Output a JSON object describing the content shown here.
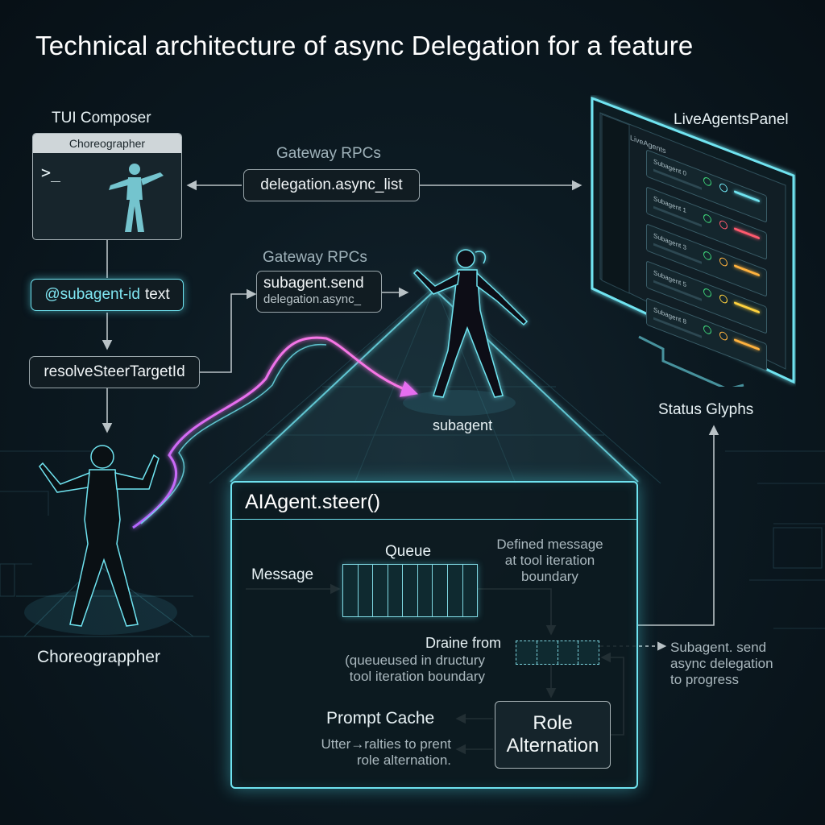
{
  "title": "Technical architecture of async Delegation for a feature",
  "tui_composer": {
    "label": "TUI Composer",
    "window_title": "Choreographer",
    "prompt_glyph": ">_"
  },
  "gateway_top": {
    "label": "Gateway RPCs",
    "rpc": "delegation.async_list"
  },
  "gateway_mid": {
    "label": "Gateway RPCs",
    "rpc_primary": "subagent.send",
    "rpc_secondary": "delegation.async_"
  },
  "mention_pill": {
    "mention": "@subagent-id",
    "text": "text"
  },
  "resolve_pill": "resolveSteerTargetId",
  "choreographer_label": "Choreograppher",
  "subagent_label": "subagent",
  "live_panel": {
    "label": "LiveAgentsPanel",
    "header": "LiveAgents",
    "rows": [
      {
        "name": "Subagent 0",
        "color": "#6fe3f0"
      },
      {
        "name": "Subagent 1",
        "color": "#ff5a6e"
      },
      {
        "name": "Subagent 3",
        "color": "#ffb23e"
      },
      {
        "name": "Subagent 5",
        "color": "#ffd23e"
      },
      {
        "name": "Subagent 8",
        "color": "#ffb23e"
      }
    ]
  },
  "status_glyphs_label": "Status Glyphs",
  "steer": {
    "title": "AIAgent.steer()",
    "queue_label": "Queue",
    "message_label": "Message",
    "defined_note": [
      "Defined message",
      "at tool iteration",
      "boundary"
    ],
    "drain_label": "Draine from",
    "drain_note": [
      "(queueused in dructury",
      "tool iteration boundary"
    ],
    "prompt_cache": "Prompt Cache",
    "role_box": [
      "Role",
      "Alternation"
    ],
    "utter_note": [
      "Utter→ralties to prent",
      "role alternation."
    ]
  },
  "side_note": [
    "Subagent. send",
    "async delegation",
    "to progress"
  ],
  "colors": {
    "accent": "#6fe3f0",
    "magenta": "#e66ef0",
    "border": "#9aa6ab"
  }
}
